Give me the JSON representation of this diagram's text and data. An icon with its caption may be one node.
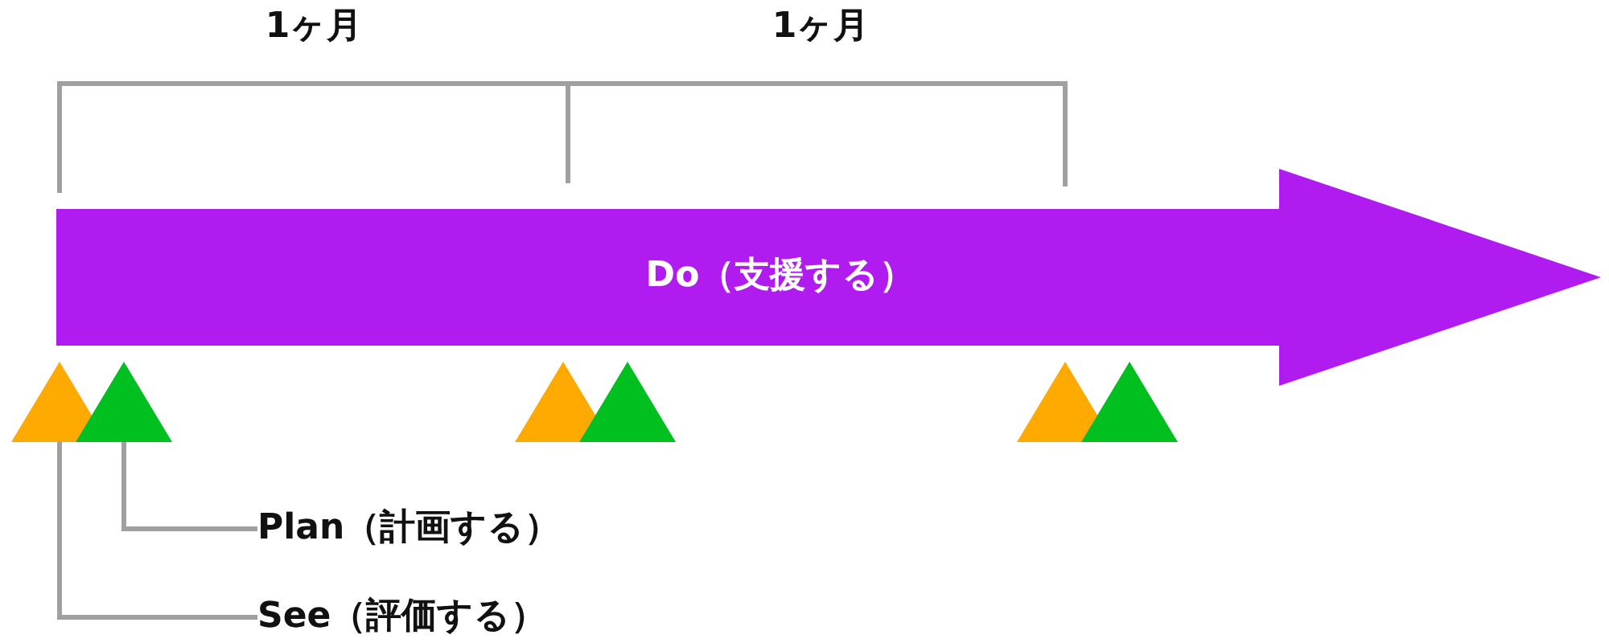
{
  "diagram": {
    "nodes": [
      {
        "text": [
          "Do（支援する）"
        ]
      },
      {
        "text": [],
        "shape": "triangle"
      },
      {
        "text": [],
        "shape": "triangle"
      },
      {
        "text": [],
        "shape": "triangle"
      },
      {
        "text": [],
        "shape": "triangle"
      },
      {
        "text": [],
        "shape": "triangle"
      },
      {
        "text": [],
        "shape": "triangle"
      },
      {
        "text": [
          "Plan（計画する）"
        ]
      },
      {
        "text": [
          "See（評価する）"
        ]
      }
    ],
    "edges": [
      {
        "from": 7,
        "to": 2,
        "arrow": "none"
      },
      {
        "from": 8,
        "to": 1,
        "arrow": "none"
      }
    ],
    "labels": [
      "1ヶ月",
      "1ヶ月"
    ]
  }
}
